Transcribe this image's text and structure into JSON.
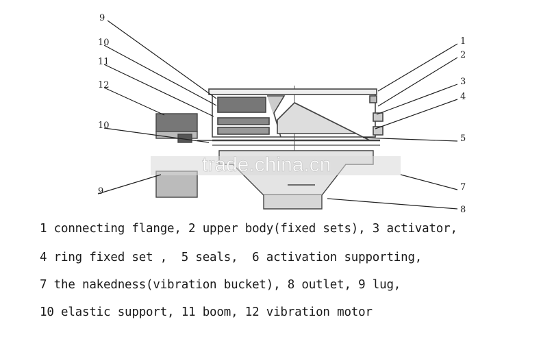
{
  "callouts": {
    "n1": "1",
    "n2": "2",
    "n3": "3",
    "n4": "4",
    "n5": "5",
    "n6": "7",
    "n7": "8",
    "n9_top": "9",
    "n10_top": "10",
    "n11": "11",
    "n12": "12",
    "n10_mid": "10",
    "n9_bottom": "9"
  },
  "legend": {
    "line1": "1 connecting flange, 2 upper body(fixed sets), 3 activator,",
    "line2": "4 ring fixed set ,  5 seals,  6 activation supporting,",
    "line3": "7 the nakedness(vibration bucket), 8 outlet, 9 lug,",
    "line4": "10 elastic support, 11 boom, 12 vibration motor"
  },
  "watermark": "trade.china.cn"
}
